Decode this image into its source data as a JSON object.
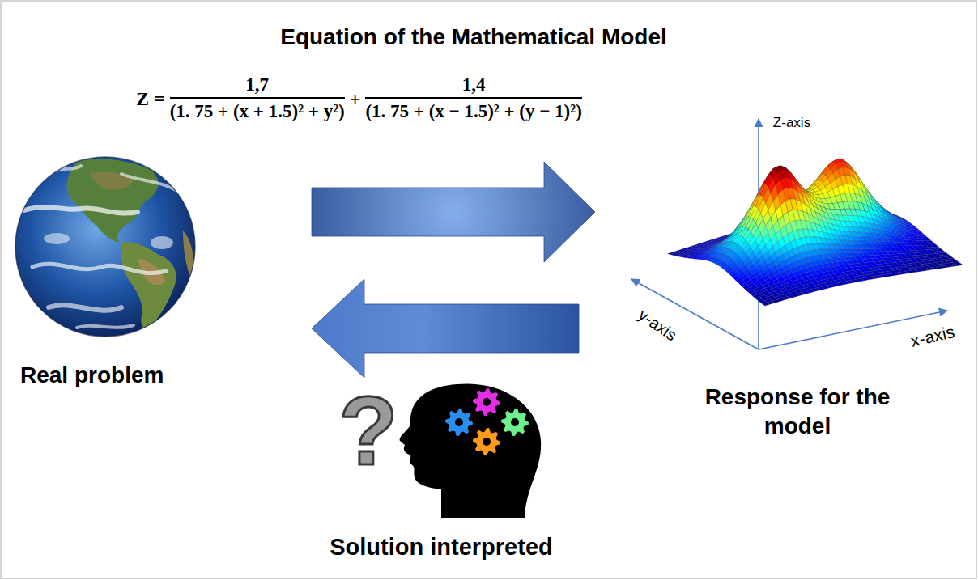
{
  "diagram": {
    "title": "Equation of the Mathematical Model",
    "nodes": [
      {
        "text": [
          "Real problem"
        ]
      },
      {
        "text": [
          "Response for the model"
        ]
      }
    ],
    "edges": [
      {
        "from": 0,
        "to": 1,
        "arrow": "to"
      },
      {
        "from": 1,
        "to": 0,
        "arrow": "to"
      }
    ],
    "labels": [
      "Z =",
      "1,7",
      "(1. 75 + (x + 1.5)² + y²)",
      "+",
      "1,4",
      "(1. 75 + (x − 1.5)² + (y − 1)²)",
      "Z-axis",
      "y-axis",
      "x-axis",
      "?",
      "Solution interpreted"
    ]
  }
}
